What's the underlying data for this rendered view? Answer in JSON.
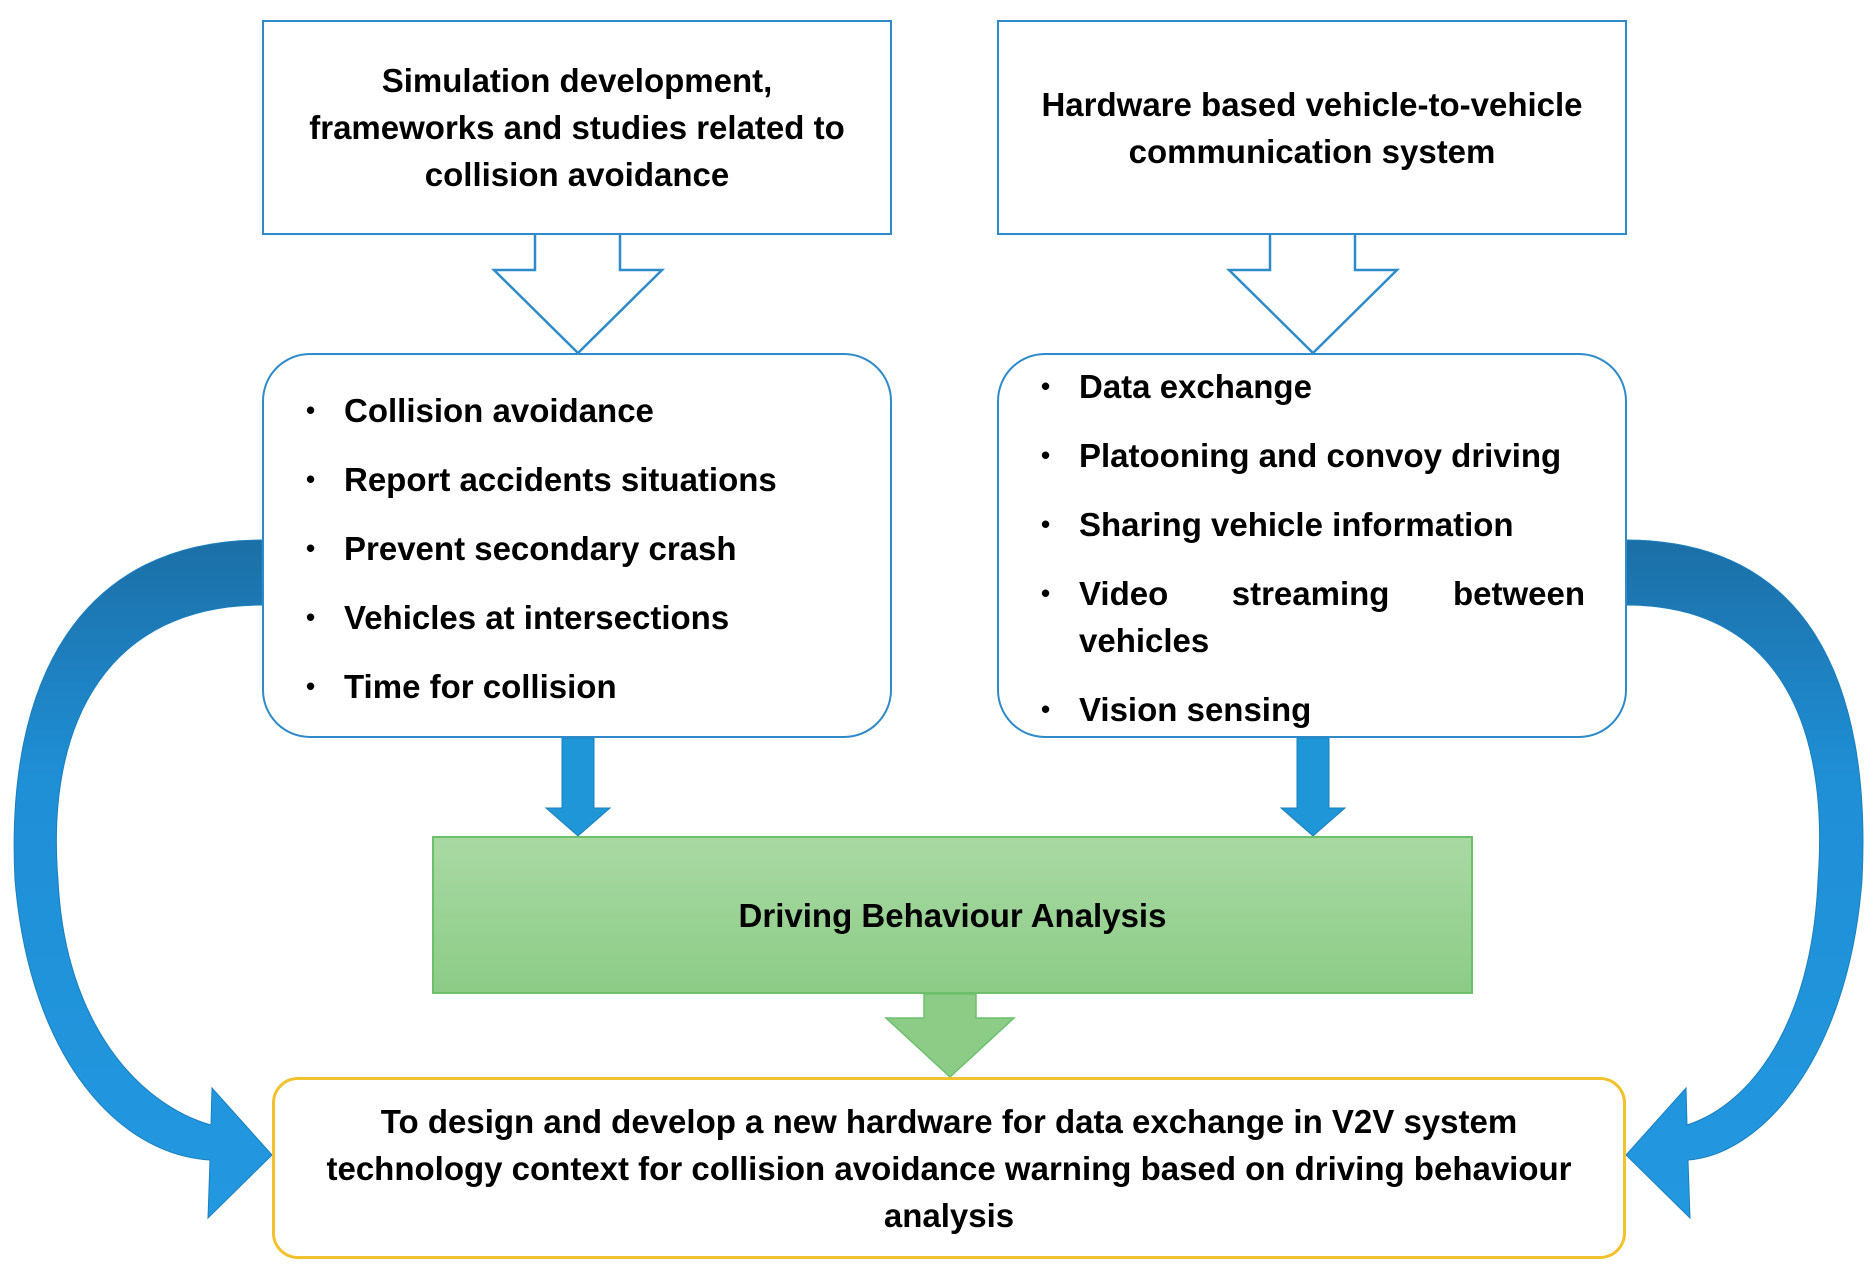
{
  "top_left": {
    "text": "Simulation development, frameworks and studies related to collision avoidance"
  },
  "top_right": {
    "text": "Hardware based vehicle-to-vehicle communication system"
  },
  "left_list": {
    "items": [
      "Collision avoidance",
      "Report accidents situations",
      "Prevent secondary crash",
      "Vehicles at intersections",
      "Time for collision"
    ]
  },
  "right_list": {
    "items": [
      "Data exchange",
      "Platooning and convoy driving",
      "Sharing vehicle information",
      "Video streaming between vehicles",
      "Vision sensing"
    ]
  },
  "middle": {
    "text": "Driving Behaviour Analysis"
  },
  "goal": {
    "text": "To design and develop a new hardware for data exchange in V2V system technology context for collision avoidance warning based on driving behaviour analysis"
  },
  "colors": {
    "blue_border": "#2e8bc9",
    "blue_arrow": "#1f8fd6",
    "green_fill": "#9ad295",
    "green_arrow": "#8dcc86",
    "goal_border": "#f2c12e"
  }
}
